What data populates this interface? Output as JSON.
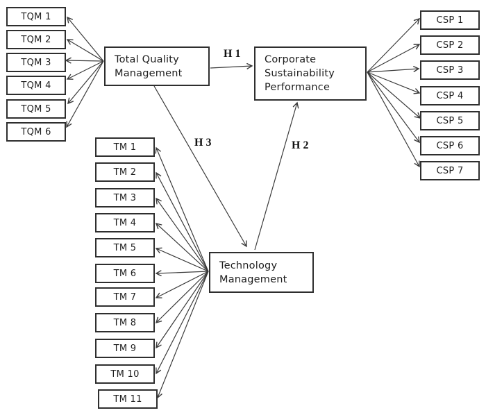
{
  "constructs": {
    "tqm": {
      "line1": "Total Quality",
      "line2": "Management"
    },
    "csp": {
      "line1": "Corporate",
      "line2": "Sustainability",
      "line3": "Performance"
    },
    "tm": {
      "line1": "Technology",
      "line2": "Management"
    }
  },
  "indicators": {
    "tqm": [
      "TQM 1",
      "TQM 2",
      "TQM 3",
      "TQM 4",
      "TQM 5",
      "TQM 6"
    ],
    "csp": [
      "CSP 1",
      "CSP 2",
      "CSP 3",
      "CSP 4",
      "CSP 5",
      "CSP 6",
      "CSP 7"
    ],
    "tm": [
      "TM 1",
      "TM 2",
      "TM 3",
      "TM 4",
      "TM 5",
      "TM 6",
      "TM 7",
      "TM 8",
      "TM 9",
      "TM 10",
      "TM 11"
    ]
  },
  "hypotheses": {
    "h1": "H 1",
    "h2": "H 2",
    "h3": "H 3"
  },
  "colors": {
    "background": "#ffffff",
    "box_border": "#2e2e2e",
    "arrow_line": "#3a3a3a",
    "text": "#1c1c1c"
  }
}
